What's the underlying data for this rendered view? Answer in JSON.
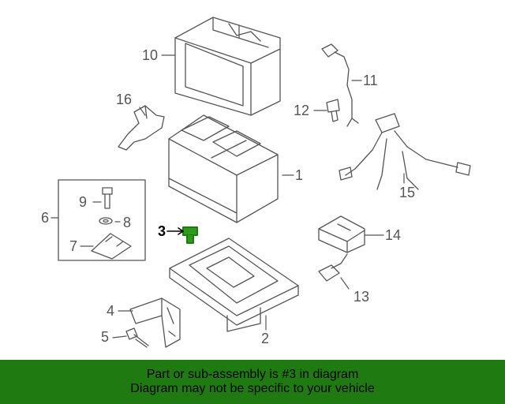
{
  "diagram": {
    "callouts": [
      {
        "id": "1",
        "label": "1"
      },
      {
        "id": "2",
        "label": "2"
      },
      {
        "id": "3",
        "label": "3"
      },
      {
        "id": "4",
        "label": "4"
      },
      {
        "id": "5",
        "label": "5"
      },
      {
        "id": "6",
        "label": "6"
      },
      {
        "id": "7",
        "label": "7"
      },
      {
        "id": "8",
        "label": "8"
      },
      {
        "id": "9",
        "label": "9"
      },
      {
        "id": "10",
        "label": "10"
      },
      {
        "id": "11",
        "label": "11"
      },
      {
        "id": "12",
        "label": "12"
      },
      {
        "id": "13",
        "label": "13"
      },
      {
        "id": "14",
        "label": "14"
      },
      {
        "id": "15",
        "label": "15"
      },
      {
        "id": "16",
        "label": "16"
      }
    ],
    "highlighted_part": "3",
    "colors": {
      "line": "#555555",
      "highlight": "#1f7a12",
      "banner": "#1f7a12"
    }
  },
  "banner": {
    "line1": "Part or sub-assembly is #3 in diagram",
    "line2": "Diagram may not be specific to your vehicle"
  }
}
